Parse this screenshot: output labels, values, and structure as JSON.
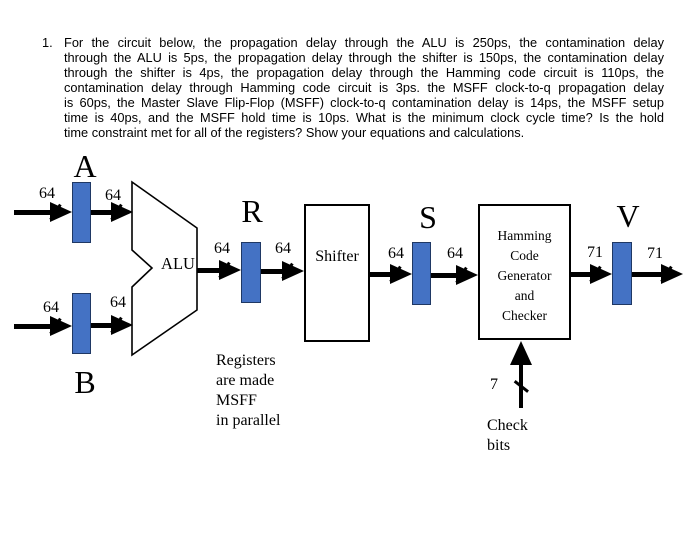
{
  "problem": {
    "number": "1.",
    "lines": [
      "For the circuit below, the propagation delay through the ALU is 250ps, the contamination delay",
      "through the ALU is 5ps, the propagation delay through the shifter is 150ps, the contamination delay",
      "through the shifter is 4ps, the propagation delay through the Hamming code circuit is 110ps, the",
      "contamination delay through Hamming code circuit is 3ps. the MSFF clock-to-q propagation delay",
      "is 60ps, the Master Slave Flip-Flop (MSFF) clock-to-q contamination delay is 14ps, the MSFF setup",
      "time is 40ps, and the MSFF hold time is 10ps.  What is the minimum clock cycle time?  Is the hold",
      "time constraint met for all of the registers? Show your equations and calculations."
    ]
  },
  "diagram": {
    "registers": {
      "a": "A",
      "b": "B",
      "r": "R",
      "s": "S",
      "v": "V"
    },
    "alu": "ALU",
    "shifter": "Shifter",
    "hamming": [
      "Hamming",
      "Code",
      "Generator",
      "and",
      "Checker"
    ],
    "bus": {
      "a_in": "64",
      "a_alu": "64",
      "b_in": "64",
      "b_alu": "64",
      "alu_r": "64",
      "r_shifter": "64",
      "shifter_s": "64",
      "s_hamming": "64",
      "hamming_v": "71",
      "v_out": "71",
      "check": "7"
    },
    "note": [
      "Registers",
      "are made",
      "MSFF",
      "in parallel"
    ],
    "check_bits": [
      "Check",
      "bits"
    ],
    "colors": {
      "register_fill": "#4472C4",
      "register_border": "#1F3864",
      "line": "#000000"
    }
  }
}
